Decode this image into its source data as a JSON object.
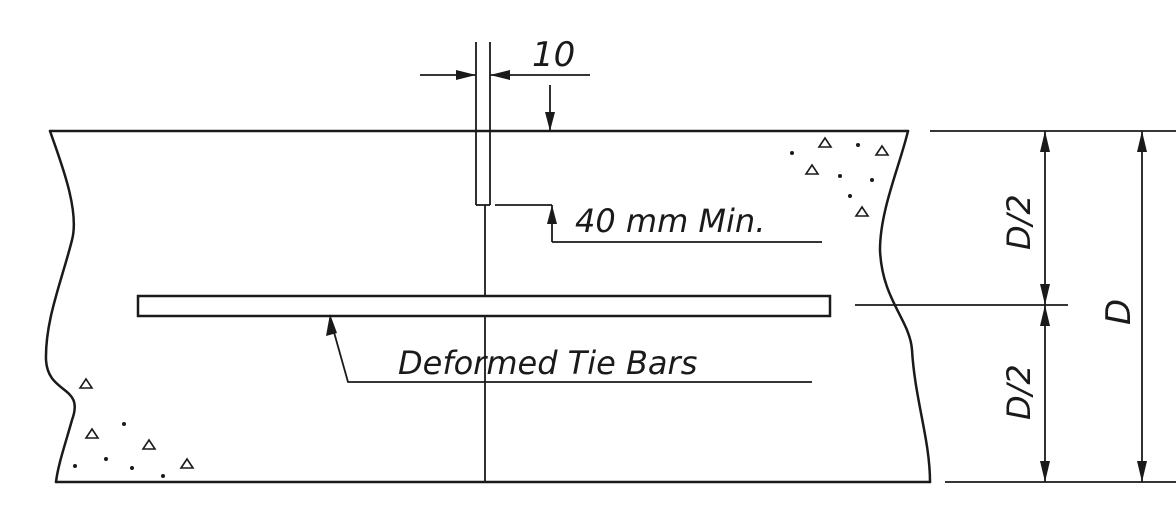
{
  "labels": {
    "joint_width": "10",
    "depth_min": "40 mm Min.",
    "tie_bars": "Deformed Tie Bars",
    "half_depth_top": "D/2",
    "half_depth_bottom": "D/2",
    "total_depth": "D"
  },
  "colors": {
    "line": "#1a1a1a",
    "background": "#ffffff"
  }
}
